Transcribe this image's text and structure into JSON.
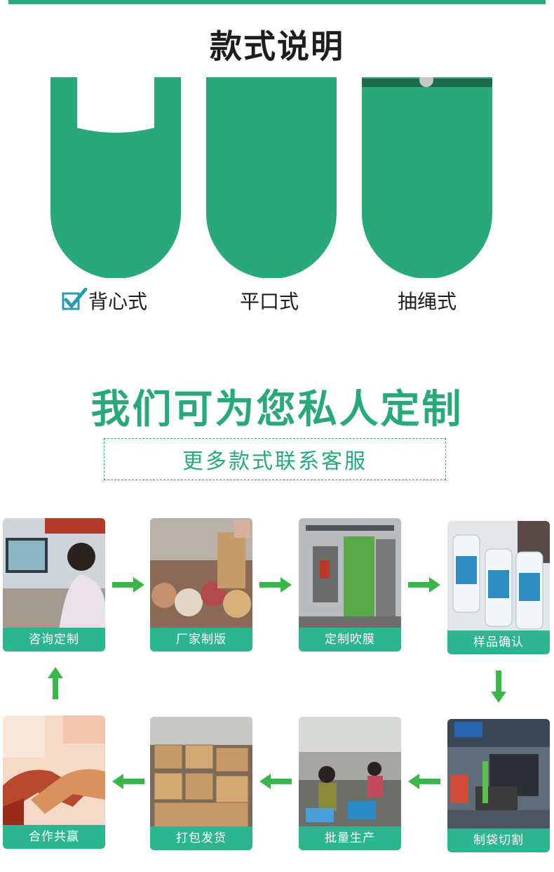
{
  "styles": {
    "title": "款式说明",
    "items": [
      {
        "label": "背心式"
      },
      {
        "label": "平口式"
      },
      {
        "label": "抽绳式"
      }
    ]
  },
  "custom": {
    "title": "我们可为您私人定制",
    "subtitle": "更多款式联系客服"
  },
  "process": {
    "steps": [
      {
        "label": "咨询定制",
        "icon": "office-photo"
      },
      {
        "label": "厂家制版",
        "icon": "film-rolls-photo"
      },
      {
        "label": "定制吹膜",
        "icon": "blow-film-machine-photo"
      },
      {
        "label": "样品确认",
        "icon": "sample-rolls-photo"
      },
      {
        "label": "制袋切割",
        "icon": "cutting-machine-photo"
      },
      {
        "label": "批量生产",
        "icon": "workshop-photo"
      },
      {
        "label": "打包发货",
        "icon": "cartons-photo"
      },
      {
        "label": "合作共赢",
        "icon": "handshake-photo"
      }
    ]
  },
  "colors": {
    "accent": "#2aa87a",
    "bag": "#2aa87a",
    "caption_bg": "#2cb58f",
    "arrow": "#3cb54a"
  }
}
